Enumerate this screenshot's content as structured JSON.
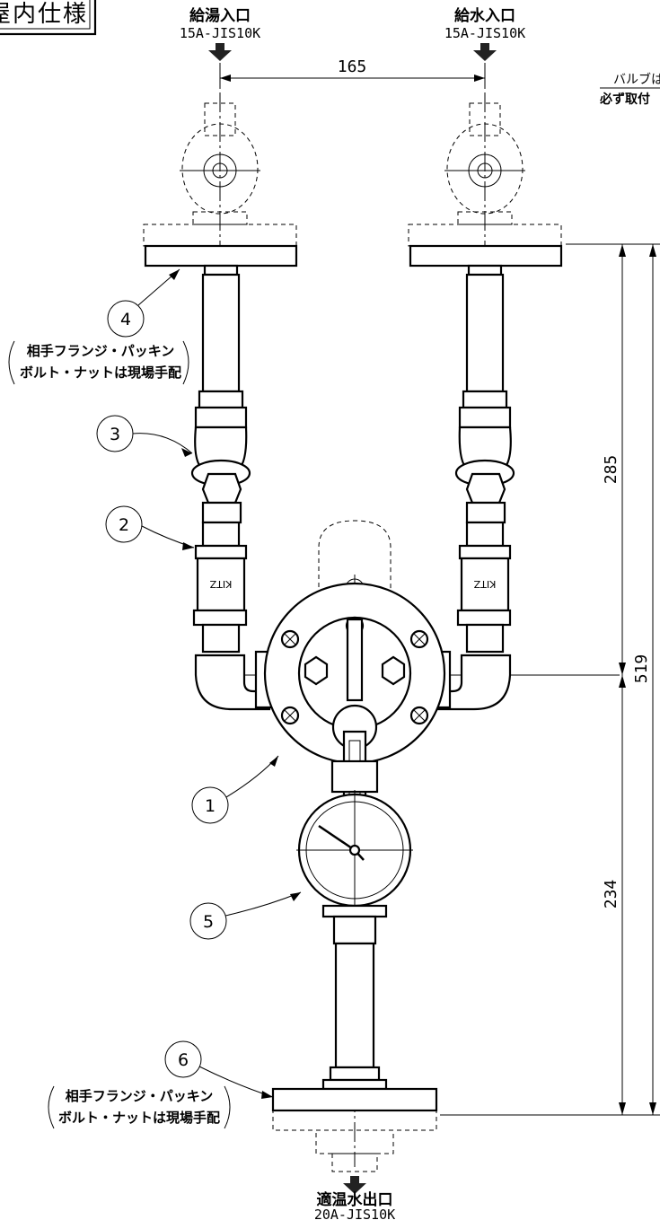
{
  "title_box": "屋内仕様",
  "inlets": {
    "hot": {
      "label": "給湯入口",
      "spec": "15A-JIS10K"
    },
    "cold": {
      "label": "給水入口",
      "spec": "15A-JIS10K"
    }
  },
  "outlet": {
    "label": "適温水出口",
    "spec": "20A-JIS10K"
  },
  "note": {
    "line1": "バルブは",
    "line2": "必ず取付"
  },
  "dimensions": {
    "width": "165",
    "upper": "285",
    "total": "519",
    "lower": "234"
  },
  "callouts": {
    "c1": "1",
    "c2": "2",
    "c3": "3",
    "c4": "4",
    "c5": "5",
    "c6": "6"
  },
  "notes_upper": {
    "line1": "相手フランジ・パッキン",
    "line2": "ボルト・ナットは現場手配"
  },
  "notes_lower": {
    "line1": "相手フランジ・パッキン",
    "line2": "ボルト・ナットは現場手配"
  },
  "brand_mark": "KITZ"
}
